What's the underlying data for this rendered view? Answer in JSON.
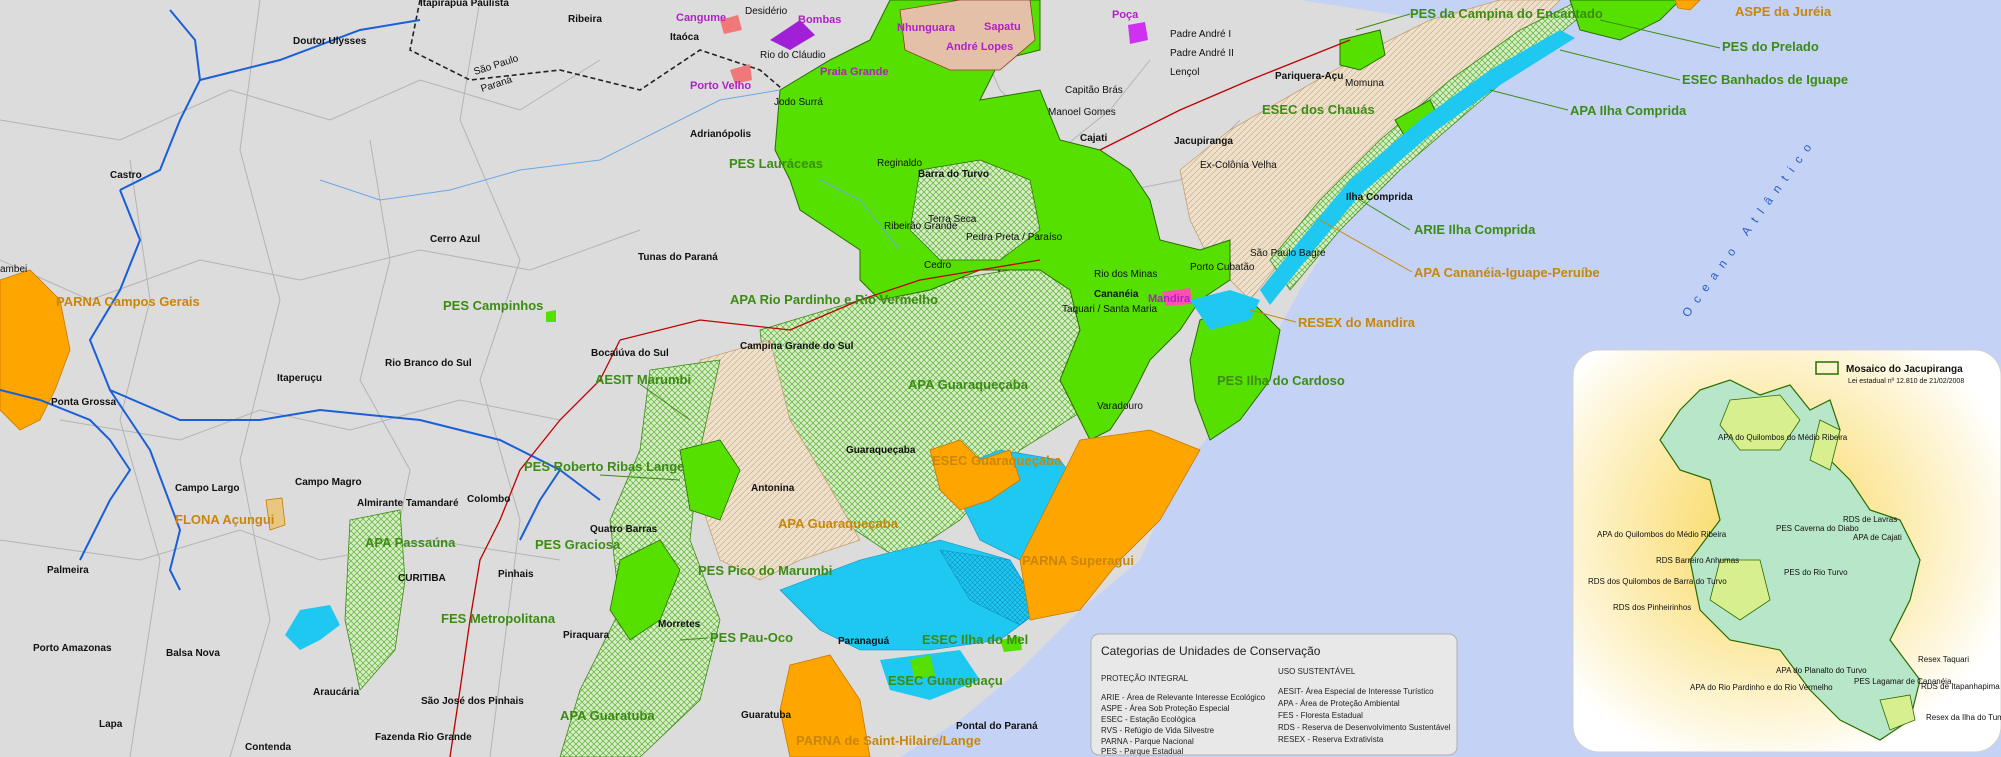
{
  "colors": {
    "land": "#dcdcdc",
    "ocean": "#c4d2f5",
    "protection": "#55e000",
    "sustainable": "#a8d888",
    "orange": "#ffa500",
    "cyan": "#1ec8f0",
    "river": "#1a5fd8",
    "road": "#c00000"
  },
  "cities": [
    "Itapirapuã Paulista",
    "Ribeira",
    "Desidério",
    "Doutor Ulysses",
    "Itaóca",
    "Rio do Cláudio",
    "Jodo Surrá",
    "Adrianópolis",
    "Castro",
    "Cerro Azul",
    "Tunas do Paraná",
    "Bocaiúva do Sul",
    "Campina Grande do Sul",
    "Rio Branco do Sul",
    "Itaperuçu",
    "Campo Largo",
    "Campo Magro",
    "Almirante Tamandaré",
    "Colombo",
    "Quatro Barras",
    "Pinhais",
    "CURITIBA",
    "Palmeira",
    "Balsa Nova",
    "Porto Amazonas",
    "Araucária",
    "São José dos Pinhais",
    "Fazenda Rio Grande",
    "Contenda",
    "Lapa",
    "Piraquara",
    "Morretes",
    "Antonina",
    "Guaraqueçaba",
    "Paranaguá",
    "Guaratuba",
    "Pontal do Paraná",
    "Ponta Grossa",
    "Padre André I",
    "Padre André II",
    "Lençol",
    "Pariquera-Açu",
    "Momuna",
    "Capitão Brás",
    "Manoel Gomes",
    "Cajati",
    "Jacupiranga",
    "Ex-Colônia Velha",
    "Ilha Comprida",
    "Reginaldo",
    "Barra do Turvo",
    "Terra Seca",
    "Ribeirão Grande",
    "Pedra Preta / Paraíso",
    "Cedro",
    "Rio dos Minas",
    "Cananéia",
    "Taquari / Santa Maria",
    "Porto Cubatão",
    "São Paulo Bagre",
    "Varadouro",
    "ambei"
  ],
  "state_labels": [
    "São Paulo",
    "Paraná"
  ],
  "units_green": [
    "PES da Campina do Encantado",
    "PES do Prelado",
    "ESEC Banhados de Iguape",
    "APA Ilha Comprida",
    "ESEC dos Chauás",
    "PES Lauráceas",
    "ARIE Ilha Comprida",
    "APA Rio Pardinho e Rio Vermelho",
    "PES Campinhos",
    "AESIT Marumbi",
    "APA Guaraqueçaba",
    "PES Ilha do Cardoso",
    "PES Roberto Ribas Lange",
    "PES Graciosa",
    "PES Pico do Marumbi",
    "APA Passaúna",
    "FES Metropolitana",
    "PES Pau-Oco",
    "ESEC Ilha do Mel",
    "ESEC Guaraguaçu",
    "APA Guaratuba"
  ],
  "units_orange": [
    "ASPE da Juréia",
    "APA Cananéia-Iguape-Peruíbe",
    "RESEX do Mandira",
    "PARNA Campos Gerais",
    "ESEC Guaraqueçaba",
    "APA Guaraqueçaba",
    "FLONA Açungui",
    "PARNA Superagui",
    "PARNA de Saint-Hilaire/Lange"
  ],
  "units_purple": [
    "Cangume",
    "Bombas",
    "Praia Grande",
    "Porto Velho",
    "Nhunguara",
    "Sapatu",
    "André Lopes",
    "Poça",
    "Mandira"
  ],
  "ocean_label": "Oceano Atlântico",
  "legend": {
    "title": "Categorias de Unidades de Conservação",
    "protection_heading": "PROTEÇÃO INTEGRAL",
    "protection_items": [
      "ARIE - Área de Relevante Interesse Ecológico",
      "ASPE - Área Sob Proteção Especial",
      "ESEC - Estação Ecológica",
      "RVS - Refúgio de Vida Silvestre",
      "PARNA - Parque Nacional",
      "PES - Parque Estadual"
    ],
    "sustainable_heading": "USO SUSTENTÁVEL",
    "sustainable_items": [
      "AESIT- Área Especial de Interesse Turístico",
      "APA - Área de Proteção Ambiental",
      "FES - Floresta Estadual",
      "RDS - Reserva de Desenvolvimento Sustentável",
      "RESEX - Reserva Extrativista"
    ]
  },
  "inset": {
    "title": "Mosaico do Jacupiranga",
    "subtitle": "Lei estadual nº 12.810 de 21/02/2008",
    "labels": [
      "APA do Quilombos do Médio Ribeira",
      "APA do Quilombos do Médio Ribeira",
      "RDS de Lavras",
      "PES Caverna do Diabo",
      "APA de Cajati",
      "RDS Barreiro Anhumas",
      "RDS dos Quilombos de Barra do Turvo",
      "PES do Rio Turvo",
      "RDS dos Pinheirinhos",
      "Resex Taquari",
      "APA do Planalto do Turvo",
      "APA do Rio Pardinho e do Rio Vermelho",
      "PES Lagamar de Cananéia",
      "RDS de Itapanhapima",
      "Resex da Ilha do Tumba"
    ]
  }
}
